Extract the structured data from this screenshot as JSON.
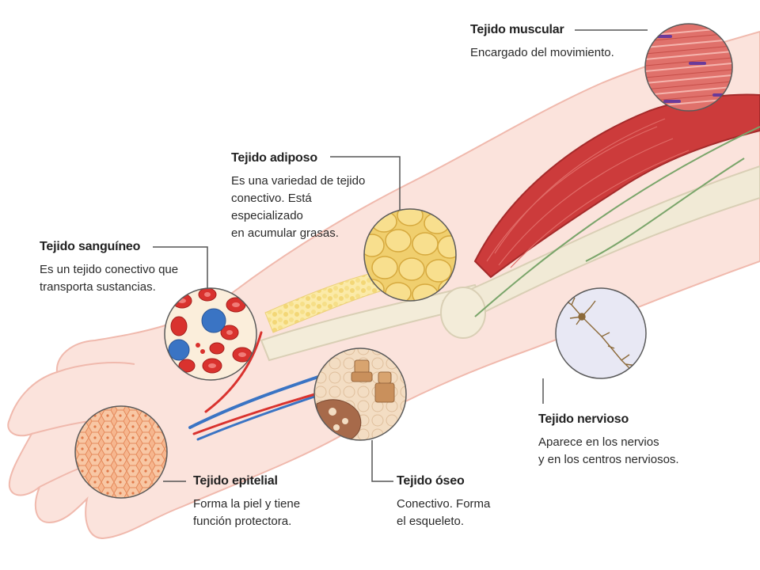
{
  "labels": {
    "muscular": {
      "title": "Tejido muscular",
      "lines": [
        "Encargado del movimiento."
      ]
    },
    "adiposo": {
      "title": "Tejido adiposo",
      "lines": [
        "Es una variedad de tejido",
        "conectivo. Está",
        "especializado",
        "en acumular grasas."
      ]
    },
    "sanguineo": {
      "title": "Tejido sanguíneo",
      "lines": [
        "Es un tejido conectivo que",
        "transporta sustancias."
      ]
    },
    "nervioso": {
      "title": "Tejido nervioso",
      "lines": [
        "Aparece en los nervios",
        "y en los centros nerviosos."
      ]
    },
    "epitelial": {
      "title": "Tejido epitelial",
      "lines": [
        "Forma la piel y tiene",
        "función protectora."
      ]
    },
    "oseo": {
      "title": "Tejido óseo",
      "lines": [
        "Conectivo. Forma",
        "el esqueleto."
      ]
    }
  },
  "colors": {
    "skin": "#fbe3dc",
    "skin_edge": "#f0b9ad",
    "muscle": "#cc3b3b",
    "bone": "#f3ecd9",
    "fat": "#f3d98a",
    "blood_red": "#d9322e",
    "blood_blue": "#3a74c4",
    "nerve_green": "#7aa56a",
    "leader_line": "#555555"
  }
}
